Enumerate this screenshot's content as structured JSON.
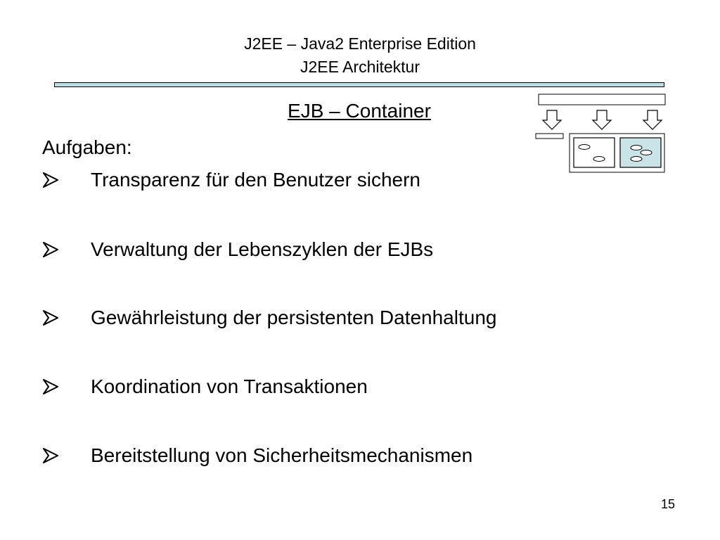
{
  "slide": {
    "title_line_1": "J2EE – Java2 Enterprise Edition",
    "title_line_2": "J2EE Architektur",
    "subtitle": "EJB – Container",
    "intro": "Aufgaben:",
    "bullets": [
      "Transparenz für den Benutzer sichern",
      "Verwaltung der Lebenszyklen der EJBs",
      "Gewährleistung der persistenten Datenhaltung",
      "Koordination von Transaktionen",
      "Bereitstellung von Sicherheitsmechanismen"
    ],
    "page_number": "15"
  },
  "colors": {
    "rule_fill": "#bcdde4",
    "diagram_highlight": "#c9e3e7",
    "text": "#000000"
  },
  "icons": {
    "bullet": "arrowhead-bullet-icon",
    "diagram": "ejb-container-diagram-icon"
  }
}
